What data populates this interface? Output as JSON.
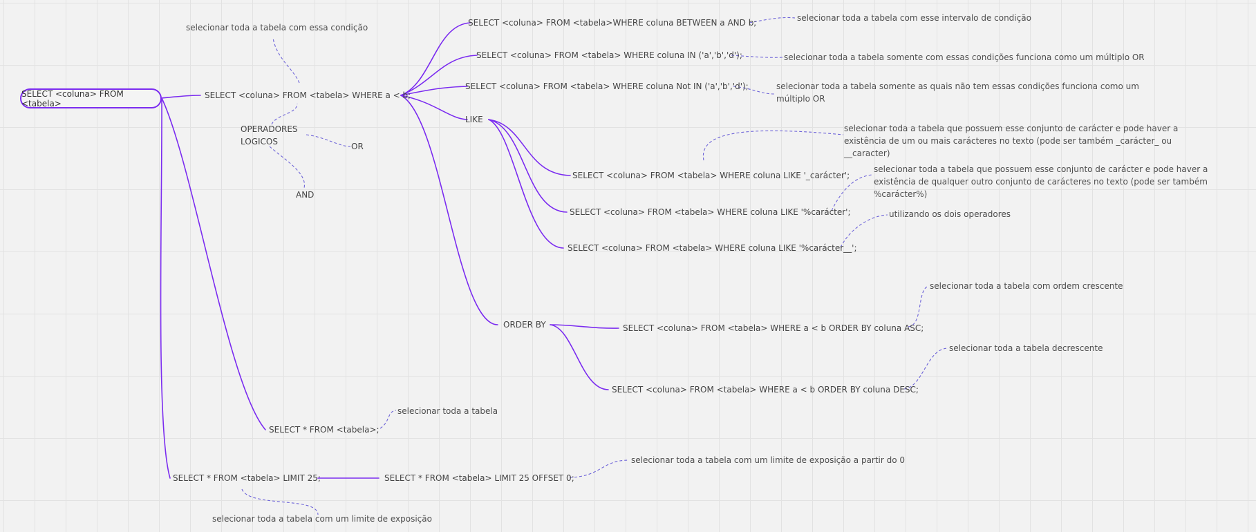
{
  "root": "SELECT <coluna> FROM <tabela>",
  "nodes": {
    "where_lt": "SELECT <coluna> FROM <tabela> WHERE  a < b;",
    "operadores_line1": "OPERADORES",
    "operadores_line2": "LOGICOS",
    "op_or": "OR",
    "op_and": "AND",
    "between": "SELECT <coluna> FROM <tabela>WHERE coluna BETWEEN  a AND b;",
    "in": "SELECT <coluna> FROM <tabela> WHERE coluna IN ('a','b','d');",
    "not_in": "SELECT <coluna> FROM <tabela> WHERE coluna Not IN ('a','b','d');",
    "like": "LIKE",
    "like1": "SELECT <coluna> FROM <tabela> WHERE coluna LIKE  '_carácter';",
    "like2": "SELECT <coluna> FROM <tabela> WHERE coluna LIKE  '%carácter';",
    "like3": "SELECT <coluna> FROM <tabela> WHERE coluna LIKE  '%carácter__';",
    "order_by": "ORDER BY",
    "asc": "SELECT <coluna> FROM <tabela> WHERE a < b ORDER BY coluna ASC;",
    "desc": "SELECT <coluna> FROM <tabela> WHERE  a < b ORDER BY coluna DESC;",
    "select_all": "SELECT * FROM <tabela>;",
    "limit": "SELECT * FROM <tabela> LIMIT 25;",
    "offset": "SELECT * FROM <tabela> LIMIT 25 OFFSET 0;"
  },
  "notes": {
    "where_lt": "selecionar toda a tabela com essa condição",
    "between": "selecionar toda a tabela com esse intervalo de condição",
    "in": "selecionar toda a tabela somente com essas condições funciona como um múltiplo OR",
    "not_in": "selecionar toda a tabela somente as quais não tem essas condições funciona como um múltiplo OR",
    "like1": "selecionar toda a tabela que possuem esse conjunto de carácter e pode haver a existência de um ou mais carácteres no texto (pode ser também _carácter_ ou __caracter)",
    "like2": "selecionar toda a tabela que possuem esse conjunto de carácter e pode haver a existência de qualquer outro conjunto de carácteres no texto (pode ser também %carácter%)",
    "like3": "utilizando os dois operadores",
    "asc": "selecionar toda a tabela com ordem crescente",
    "desc": "selecionar toda a tabela decrescente",
    "select_all": "selecionar toda a tabela",
    "offset": "selecionar toda a tabela com um limite de exposição a partir do 0",
    "limit": "selecionar toda a tabela com um limite de exposição"
  },
  "colors": {
    "branch": "#7b2cf0",
    "connector_dashed": "#6d63d8",
    "background": "#f2f2f2",
    "grid": "#e2e2e2"
  }
}
